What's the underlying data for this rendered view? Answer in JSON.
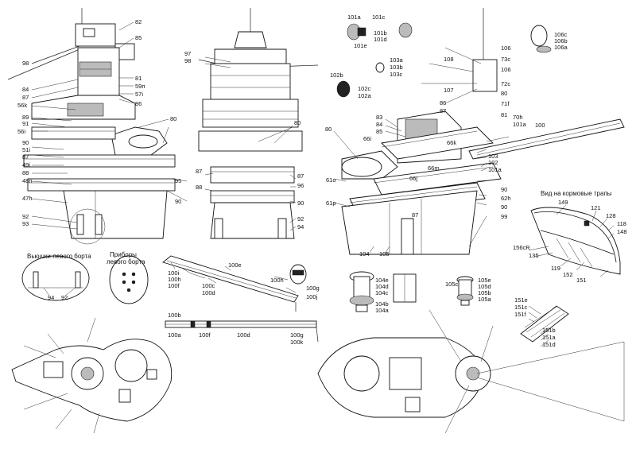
{
  "captions": {
    "stern_ladder_view": "Вид на кормовые трапы",
    "port_reels": "Вьюшки левого борта",
    "port_instruments_line1": "Приборы",
    "port_instruments_line2": "левого борта"
  },
  "labels": {
    "l82": "82",
    "l85": "85",
    "l98": "98",
    "l81": "81",
    "l59n": "59п",
    "l57i": "57i",
    "l84": "84",
    "l87": "87",
    "l56k": "56k",
    "l86": "86",
    "l89": "89",
    "l91": "91",
    "l56i": "56i",
    "l90": "90",
    "l51i": "51i",
    "l49i": "49i",
    "l88": "88",
    "l48n": "48n",
    "l47h": "47h",
    "l92": "92",
    "l93": "93",
    "l95": "95",
    "l80": "80",
    "l94": "94",
    "l96": "96",
    "l97": "97",
    "l101a": "101a",
    "l101c": "101c",
    "l101b": "101b",
    "l101d": "101d",
    "l101e": "101e",
    "l103a": "103a",
    "l103b": "103b",
    "l103c": "103c",
    "l102b": "102b",
    "l102c": "102c",
    "l102a": "102a",
    "l108": "108",
    "l106": "106",
    "l73c": "73c",
    "l107": "107",
    "l72c": "72c",
    "l71f": "71f",
    "l70h": "70h",
    "l100": "100",
    "l83": "83",
    "l66i": "66i",
    "l66k": "66k",
    "l66m": "66m",
    "l66j": "66j",
    "l103": "103",
    "l102": "102",
    "l61o": "61o",
    "l61p": "61p",
    "l62h": "62h",
    "l99": "99",
    "l104": "104",
    "l105": "105",
    "l106c": "106c",
    "l106b": "106b",
    "l106a": "106a",
    "l149": "149",
    "l121": "121",
    "l128": "128",
    "l118": "118",
    "l148": "148",
    "l156cR": "156cR",
    "l135": "135",
    "l119": "119",
    "l152": "152",
    "l151": "151",
    "l100e": "100e",
    "l100i": "100i",
    "l100h": "100h",
    "l100f": "100f",
    "l100c": "100c",
    "l100d": "100d",
    "l100g": "100g",
    "l100j": "100j",
    "l100b": "100b",
    "l100a": "100a",
    "l100k": "100k",
    "l104e": "104e",
    "l104d": "104d",
    "l104c": "104c",
    "l104b": "104b",
    "l104a": "104a",
    "l105e": "105e",
    "l105d": "105d",
    "l105c": "105c",
    "l105b": "105b",
    "l105a": "105a",
    "l151e": "151e",
    "l151c": "151c",
    "l151f": "151f",
    "l151b": "151b",
    "l151a": "151a",
    "l151d": "151d"
  }
}
